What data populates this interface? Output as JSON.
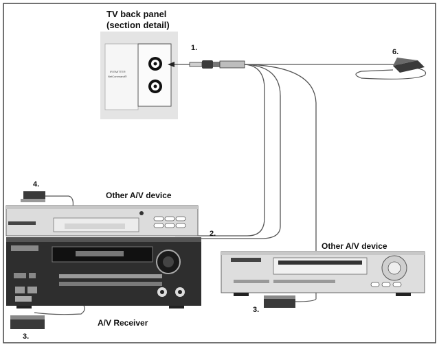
{
  "title": {
    "line1": "TV back panel",
    "line2": "(section detail)"
  },
  "panel": {
    "jack_label_1": "IR EMITTER",
    "jack_label_2": "NetCommand®"
  },
  "devices": {
    "top_device": "Other A/V device",
    "right_device": "Other A/V device",
    "receiver": "A/V Receiver"
  },
  "callouts": {
    "c1": "1.",
    "c2": "2.",
    "c3_left": "3.",
    "c3_right": "3.",
    "c4": "4.",
    "c6": "6."
  },
  "colors": {
    "frame": "#444444",
    "device_body": "#d8d8d8",
    "receiver_body": "#2e2e2e",
    "cable": "#555555"
  }
}
